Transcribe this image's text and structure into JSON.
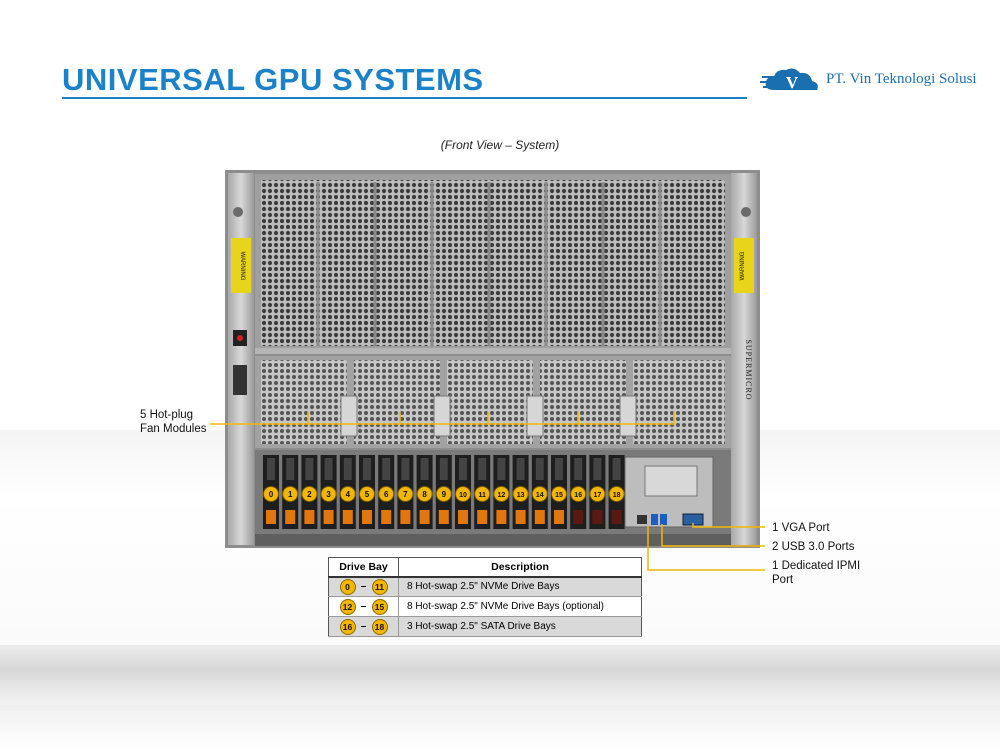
{
  "header": {
    "title": "UNIVERSAL GPU SYSTEMS",
    "company": "PT. Vin Teknologi Solusi",
    "logo_letter": "V"
  },
  "caption": "(Front View – System)",
  "server": {
    "warning_left": "WARNING",
    "warning_right": "WARNING",
    "brand_vertical": "SUPERMICRO",
    "drive_bays": [
      "0",
      "1",
      "2",
      "3",
      "4",
      "5",
      "6",
      "7",
      "8",
      "9",
      "10",
      "11",
      "12",
      "13",
      "14",
      "15",
      "16",
      "17",
      "18"
    ]
  },
  "callouts": {
    "fans": "5 Hot-plug Fan Modules",
    "fans_l1": "5 Hot-plug",
    "fans_l2": "Fan Modules",
    "vga": "1 VGA Port",
    "usb": "2 USB 3.0 Ports",
    "ipmi_l1": "1 Dedicated IPMI",
    "ipmi_l2": "Port"
  },
  "table": {
    "headers": [
      "Drive Bay",
      "Description"
    ],
    "rows": [
      {
        "from": "0",
        "dash": "–",
        "to": "11",
        "desc": "8 Hot-swap 2.5\" NVMe Drive Bays"
      },
      {
        "from": "12",
        "dash": "–",
        "to": "15",
        "desc": "8 Hot-swap 2.5\" NVMe Drive Bays (optional)"
      },
      {
        "from": "16",
        "dash": "–",
        "to": "18",
        "desc": "3 Hot-swap 2.5\" SATA Drive Bays"
      }
    ]
  },
  "colors": {
    "title_blue": "#1b82c9",
    "callout_line": "#f2b705",
    "badge": "#f2b705",
    "tray_orange": "#e2760f",
    "tray_dark_red": "#5a1a12"
  }
}
